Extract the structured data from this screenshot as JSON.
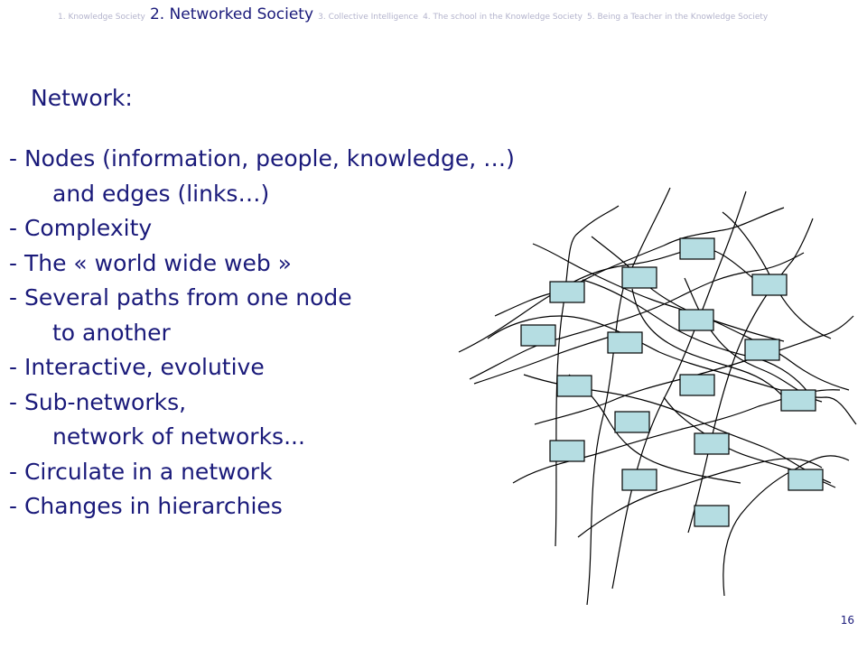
{
  "nav": {
    "items": [
      {
        "label": "1. Knowledge Society",
        "active": false
      },
      {
        "label": "2. Networked Society",
        "active": true
      },
      {
        "label": "3. Collective Intelligence",
        "active": false
      },
      {
        "label": "4. The school in the Knowledge Society",
        "active": false
      },
      {
        "label": "5. Being a Teacher in the Knowledge Society",
        "active": false
      }
    ]
  },
  "slide": {
    "heading": "Network:",
    "bullets": [
      "- Nodes (information, people, knowledge, …)",
      "and edges (links…)",
      "- Complexity",
      "- The « world wide web »",
      "- Several paths from one node",
      "to another",
      "- Interactive, evolutive",
      "- Sub-networks,",
      "network of networks...",
      "- Circulate in a network",
      "- Changes in hierarchies"
    ],
    "page_number": "16"
  },
  "colors": {
    "text": "#1a1a7a",
    "nav_inactive": "#b3b3cc",
    "node_fill": "#b5dde2",
    "line": "#000000"
  }
}
